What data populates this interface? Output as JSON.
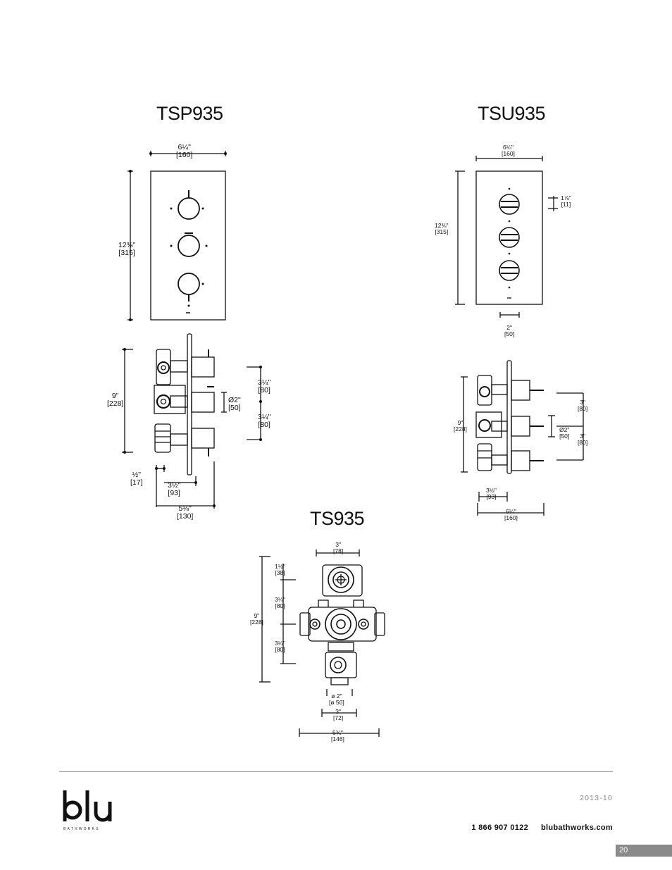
{
  "titles": {
    "tsp": "TSP935",
    "tsu": "TSU935",
    "ts": "TS935"
  },
  "tsp": {
    "width": {
      "in": "6¼\"",
      "mm": "[160]"
    },
    "height": {
      "in": "12⅜\"",
      "mm": "[315]"
    },
    "side_height": {
      "in": "9\"",
      "mm": "[228]"
    },
    "spacing1": {
      "in": "3¼\"",
      "mm": "[80]"
    },
    "handle_dia": {
      "in": "Ø2\"",
      "mm": "[50]"
    },
    "spacing2": {
      "in": "3¼\"",
      "mm": "[80]"
    },
    "plate": {
      "in": "½\"",
      "mm": "[17]"
    },
    "depth1": {
      "in": "3½\"",
      "mm": "[93]"
    },
    "depth2": {
      "in": "5⅛\"",
      "mm": "[130]"
    }
  },
  "tsu": {
    "width": {
      "in": "6¼\"",
      "mm": "[160]"
    },
    "height": {
      "in": "12⅜\"",
      "mm": "[315]"
    },
    "knob_h": {
      "in": "1⅞\"",
      "mm": "[11]"
    },
    "bottom": {
      "in": "2\"",
      "mm": "[50]"
    },
    "side_height": {
      "in": "9\"",
      "mm": "[228]"
    },
    "spacing1": {
      "in": "3\"",
      "mm": "[80]"
    },
    "handle_dia": {
      "in": "Ø2\"",
      "mm": "[50]"
    },
    "spacing2": {
      "in": "3\"",
      "mm": "[80]"
    },
    "depth1": {
      "in": "3½\"",
      "mm": "[93]"
    },
    "depth2": {
      "in": "6¼\"",
      "mm": "[160]"
    }
  },
  "ts": {
    "top_width": {
      "in": "3\"",
      "mm": "[78]"
    },
    "d1": {
      "in": "1½\"",
      "mm": "[38]"
    },
    "d2": {
      "in": "3¼\"",
      "mm": "[80]"
    },
    "d3": {
      "in": "3¼\"",
      "mm": "[80]"
    },
    "total": {
      "in": "9\"",
      "mm": "[228]"
    },
    "outlet": {
      "in": "ø 2\"",
      "mm": "[ø 50]"
    },
    "bottom_width": {
      "in": "3\"",
      "mm": "[72]"
    },
    "overall_width": {
      "in": "5¾\"",
      "mm": "[146]"
    }
  },
  "footer": {
    "logo_text": "blu",
    "logo_sub": "BATHWORKS",
    "date": "2013-10",
    "phone": "1 866 907 0122",
    "website": "blubathworks.com",
    "page": "20"
  }
}
